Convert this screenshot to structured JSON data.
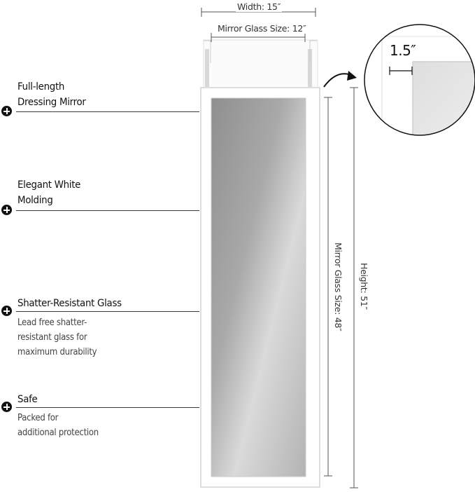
{
  "dimensions": {
    "width_label": "Width: 15″",
    "glass_width_label": "Mirror Glass Size: 12″",
    "glass_height_label": "Mirror Glass Size: 48″",
    "height_label": "Height: 51″",
    "frame_width_label": "1.5″"
  },
  "features": [
    {
      "title_lines": [
        "Full-length",
        "Dressing Mirror"
      ],
      "desc_lines": []
    },
    {
      "title_lines": [
        "Elegant White",
        "Molding"
      ],
      "desc_lines": []
    },
    {
      "title_lines": [
        "Shatter-Resistant Glass"
      ],
      "desc_lines": [
        "Lead free shatter-",
        "resistant glass for",
        "maximum durability"
      ]
    },
    {
      "title_lines": [
        "Safe"
      ],
      "desc_lines": [
        "Packed for",
        "additional protection"
      ]
    }
  ],
  "colors": {
    "frame": "#ffffff",
    "frame_edge": "#d5d5d5",
    "glass_dark": "#9a9a9a",
    "glass_light": "#dcdcdc",
    "accent_dark": "#111111"
  },
  "icons": {
    "feature_bullet": "plus-circle-icon",
    "callout_arrow": "curved-arrow-icon"
  }
}
